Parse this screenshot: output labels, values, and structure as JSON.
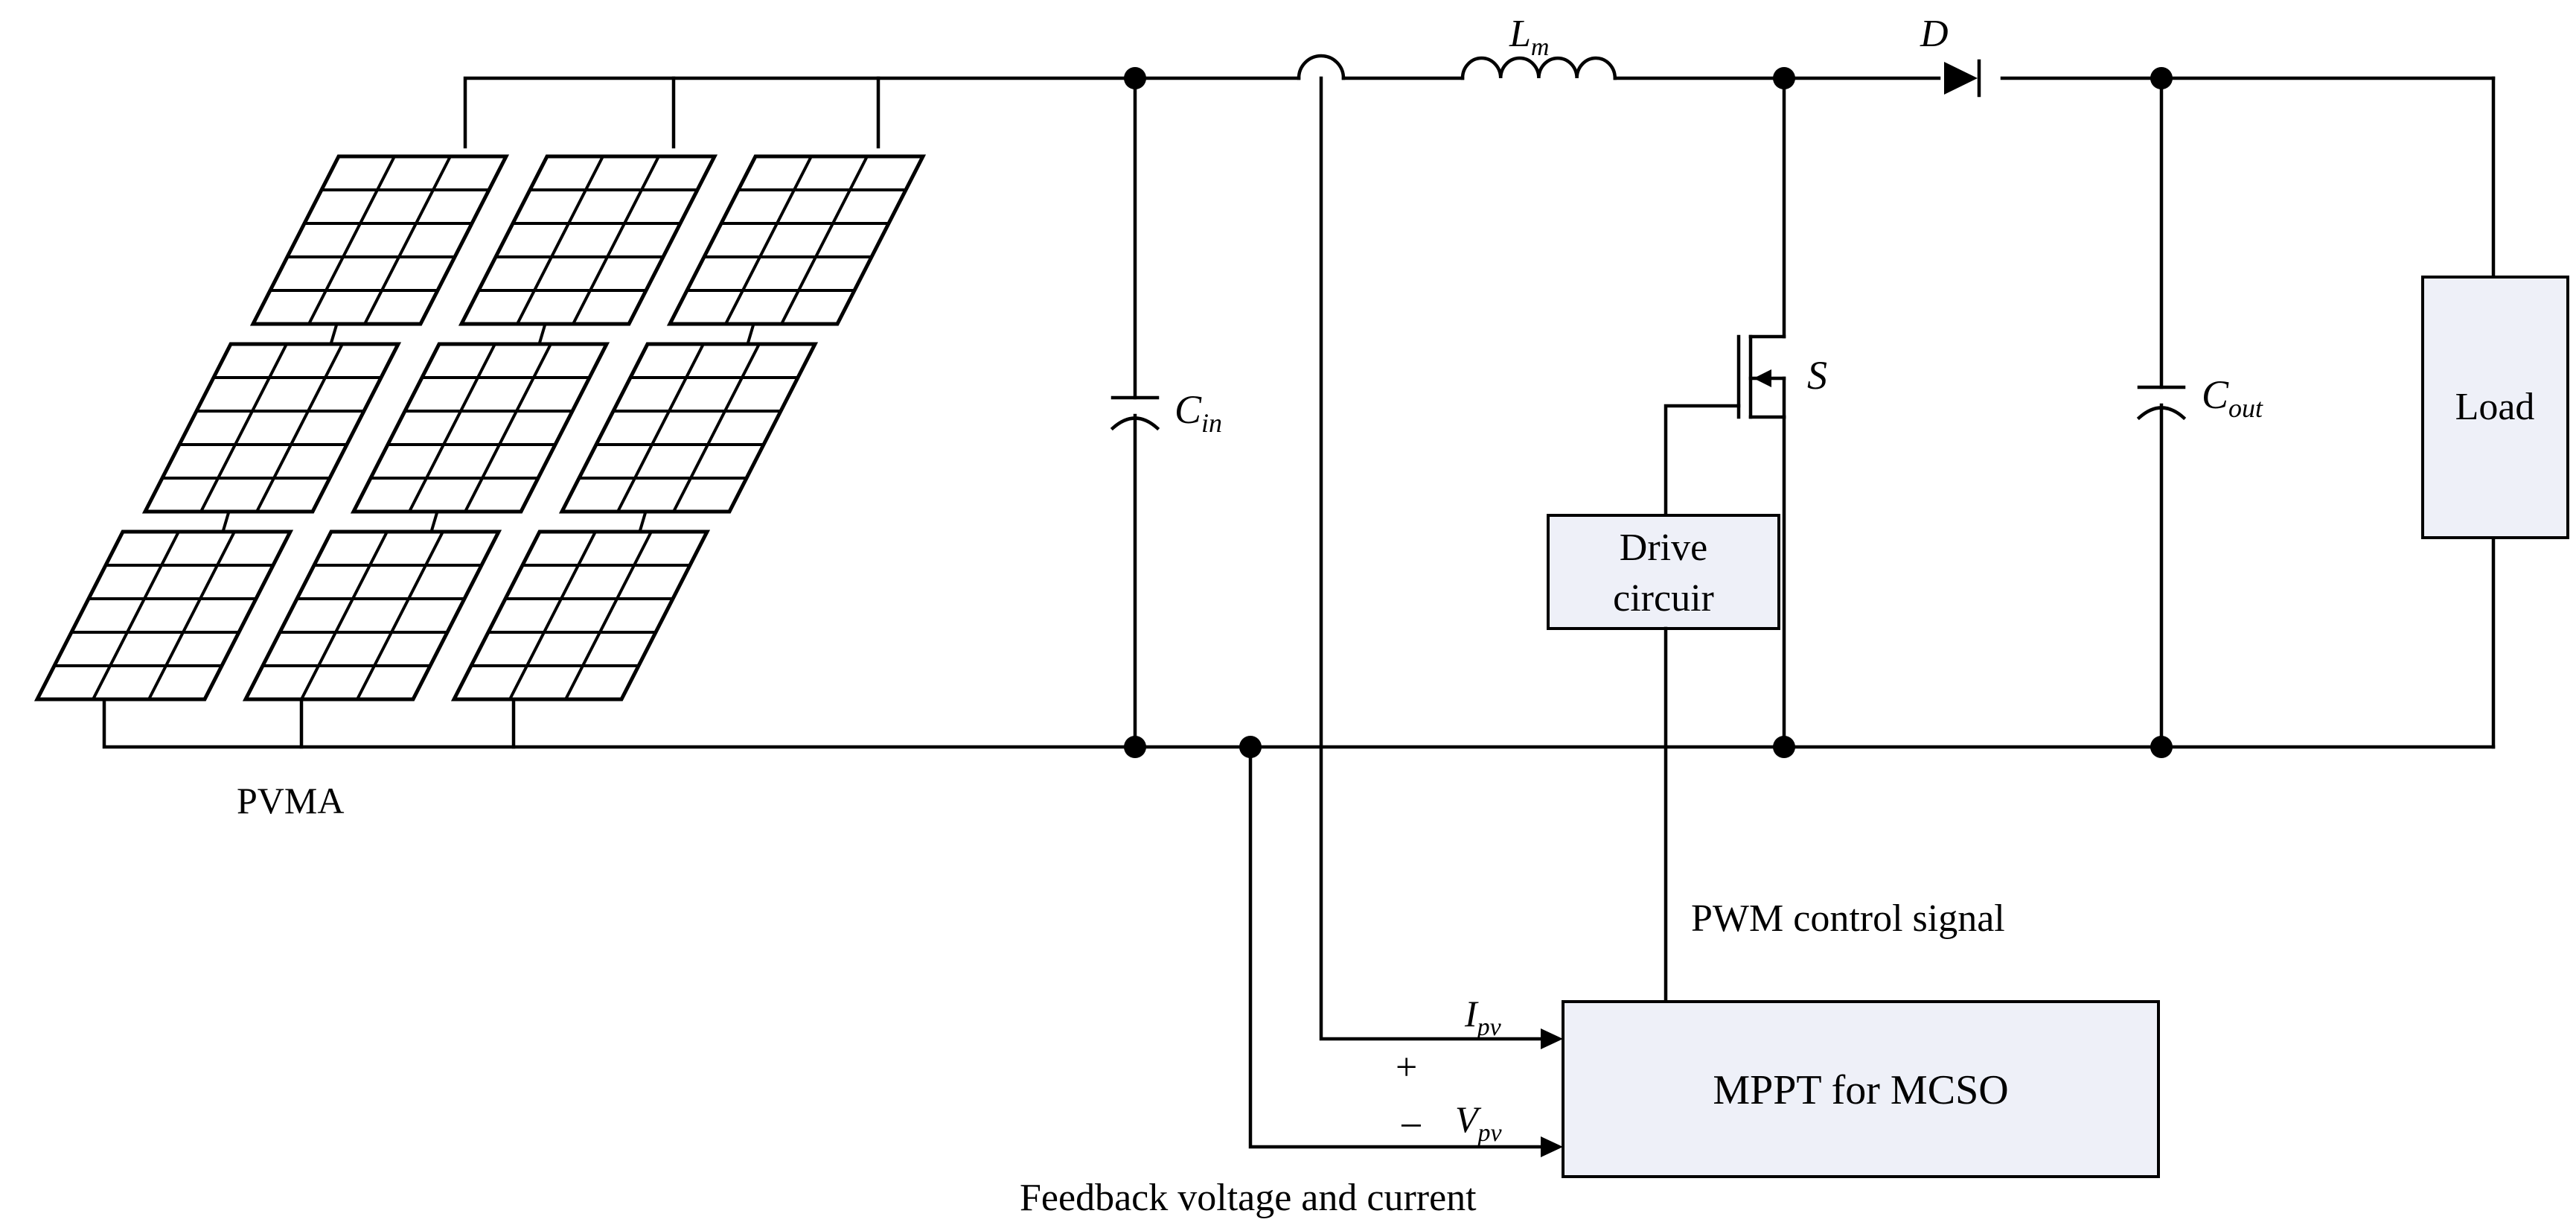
{
  "labels": {
    "pvma": "PVMA",
    "inductor": "L",
    "inductor_sub": "m",
    "diode": "D",
    "switch": "S",
    "cap_in": "C",
    "cap_in_sub": "in",
    "cap_out": "C",
    "cap_out_sub": "out",
    "load": "Load",
    "drive_line1": "Drive",
    "drive_line2": "circuir",
    "pwm": "PWM control signal",
    "mppt": "MPPT for MCSO",
    "ipv": "I",
    "ipv_sub": "pv",
    "vpv": "V",
    "vpv_sub": "pv",
    "plus": "+",
    "minus": "−",
    "feedback": "Feedback voltage and current"
  },
  "panels": {
    "rows": 3,
    "cols": 3,
    "cells_per_panel": "3x5"
  }
}
